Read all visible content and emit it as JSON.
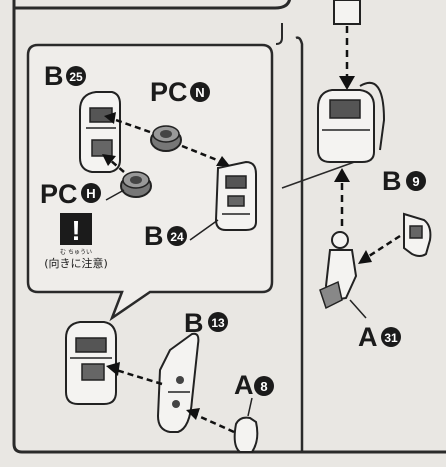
{
  "labels": {
    "b25": {
      "prefix": "B",
      "num": "25"
    },
    "pcN": {
      "prefix": "PC",
      "num": "N"
    },
    "pcH": {
      "prefix": "PC",
      "num": "H"
    },
    "b24": {
      "prefix": "B",
      "num": "24"
    },
    "b13": {
      "prefix": "B",
      "num": "13"
    },
    "a8": {
      "prefix": "A",
      "num": "8"
    },
    "b9": {
      "prefix": "B",
      "num": "9"
    },
    "a31": {
      "prefix": "A",
      "num": "31"
    }
  },
  "warning": {
    "symbol": "!",
    "caption": "(向きに注意)",
    "ruby": "む ちゅうい"
  }
}
